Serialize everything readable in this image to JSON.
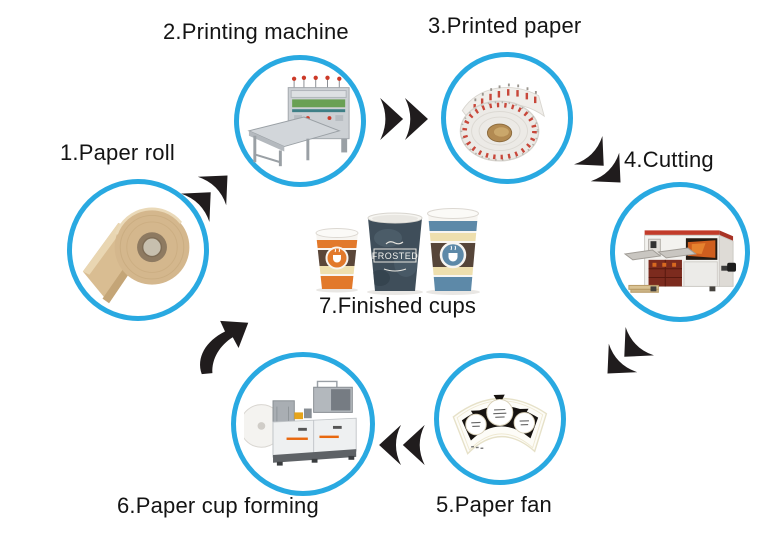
{
  "diagram": {
    "type": "process-cycle",
    "subject": "Paper cup production process",
    "colors": {
      "background": "#ffffff",
      "circle_ring": "#29a9e1",
      "arrow": "#201c1d",
      "label_text": "#141414"
    }
  },
  "steps": [
    {
      "id": 1,
      "label": "1.Paper roll",
      "icon": "paper-roll-icon"
    },
    {
      "id": 2,
      "label": "2.Printing machine",
      "icon": "printing-machine-icon"
    },
    {
      "id": 3,
      "label": "3.Printed paper",
      "icon": "printed-paper-icon"
    },
    {
      "id": 4,
      "label": "4.Cutting",
      "icon": "cutting-machine-icon"
    },
    {
      "id": 5,
      "label": "5.Paper fan",
      "icon": "paper-fan-icon"
    },
    {
      "id": 6,
      "label": "6.Paper cup forming",
      "icon": "forming-machine-icon"
    },
    {
      "id": 7,
      "label": "7.Finished cups",
      "icon": "finished-cups-image"
    }
  ],
  "cups": {
    "middle_text": "FROSTED"
  },
  "arrows": [
    {
      "from": 1,
      "to": 2,
      "style": "double-chevron",
      "direction": "up-right"
    },
    {
      "from": 2,
      "to": 3,
      "style": "double-chevron",
      "direction": "right"
    },
    {
      "from": 3,
      "to": 4,
      "style": "double-chevron",
      "direction": "down-right"
    },
    {
      "from": 4,
      "to": 5,
      "style": "double-chevron",
      "direction": "down-left"
    },
    {
      "from": 5,
      "to": 6,
      "style": "double-chevron",
      "direction": "left"
    },
    {
      "from": 6,
      "to": 7,
      "style": "curved-swoosh",
      "direction": "up-right"
    }
  ]
}
